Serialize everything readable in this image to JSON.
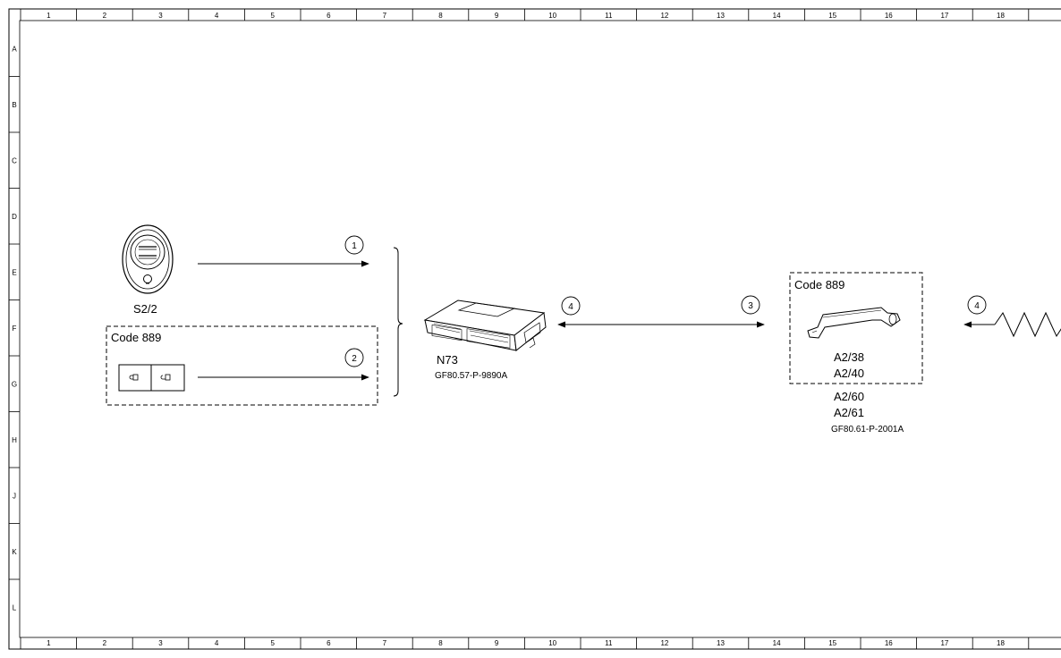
{
  "frame": {
    "col_numbers": [
      "1",
      "2",
      "3",
      "4",
      "5",
      "6",
      "7",
      "8",
      "9",
      "10",
      "11",
      "12",
      "13",
      "14",
      "15",
      "16",
      "17",
      "18"
    ],
    "row_letters": [
      "A",
      "B",
      "C",
      "D",
      "E",
      "F",
      "G",
      "H",
      "J",
      "K",
      "L"
    ]
  },
  "components": {
    "key": {
      "label": "S2/2",
      "icon": "remote-key-icon"
    },
    "code_box_left": {
      "label": "Code 889"
    },
    "switch": {
      "icon": "lock-switch-icon"
    },
    "control_unit": {
      "label": "N73",
      "ref": "GF80.57-P-9890A",
      "icon": "control-unit-icon"
    },
    "code_box_right": {
      "label": "Code 889",
      "lines_inside": [
        "A2/38",
        "A2/40"
      ],
      "icon": "door-handle-antenna-icon"
    },
    "antenna": {
      "lines_outside": [
        "A2/60",
        "A2/61"
      ],
      "ref": "GF80.61-P-2001A"
    },
    "transmitter": {
      "icon": "zigzag-wave-icon"
    }
  },
  "connections": [
    {
      "id": "conn-1",
      "number": "1"
    },
    {
      "id": "conn-2",
      "number": "2"
    },
    {
      "id": "conn-4a",
      "number": "4"
    },
    {
      "id": "conn-3",
      "number": "3"
    },
    {
      "id": "conn-4b",
      "number": "4"
    }
  ]
}
